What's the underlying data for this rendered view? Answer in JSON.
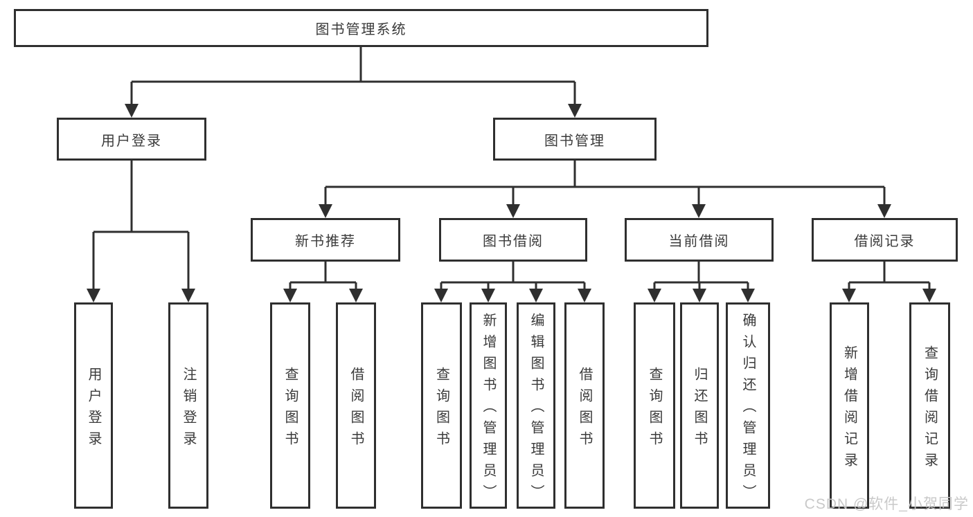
{
  "tree": {
    "label": "图书管理系统",
    "children": [
      {
        "label": "用户登录",
        "children": [
          {
            "label": "用户登录"
          },
          {
            "label": "注销登录"
          }
        ]
      },
      {
        "label": "图书管理",
        "children": [
          {
            "label": "新书推荐",
            "children": [
              {
                "label": "查询图书"
              },
              {
                "label": "借阅图书"
              }
            ]
          },
          {
            "label": "图书借阅",
            "children": [
              {
                "label": "查询图书"
              },
              {
                "label": "新增图书（管理员）"
              },
              {
                "label": "编辑图书（管理员）"
              },
              {
                "label": "借阅图书"
              }
            ]
          },
          {
            "label": "当前借阅",
            "children": [
              {
                "label": "查询图书"
              },
              {
                "label": "归还图书"
              },
              {
                "label": "确认归还（管理员）"
              }
            ]
          },
          {
            "label": "借阅记录",
            "children": [
              {
                "label": "新增借阅记录"
              },
              {
                "label": "查询借阅记录"
              }
            ]
          }
        ]
      }
    ]
  },
  "watermark": {
    "text": "CSDN @软件_小贺同学"
  },
  "colors": {
    "line": "#2f2f2f",
    "text": "#3a3a3a",
    "background": "#ffffff",
    "watermark": "#c6c6c6"
  }
}
